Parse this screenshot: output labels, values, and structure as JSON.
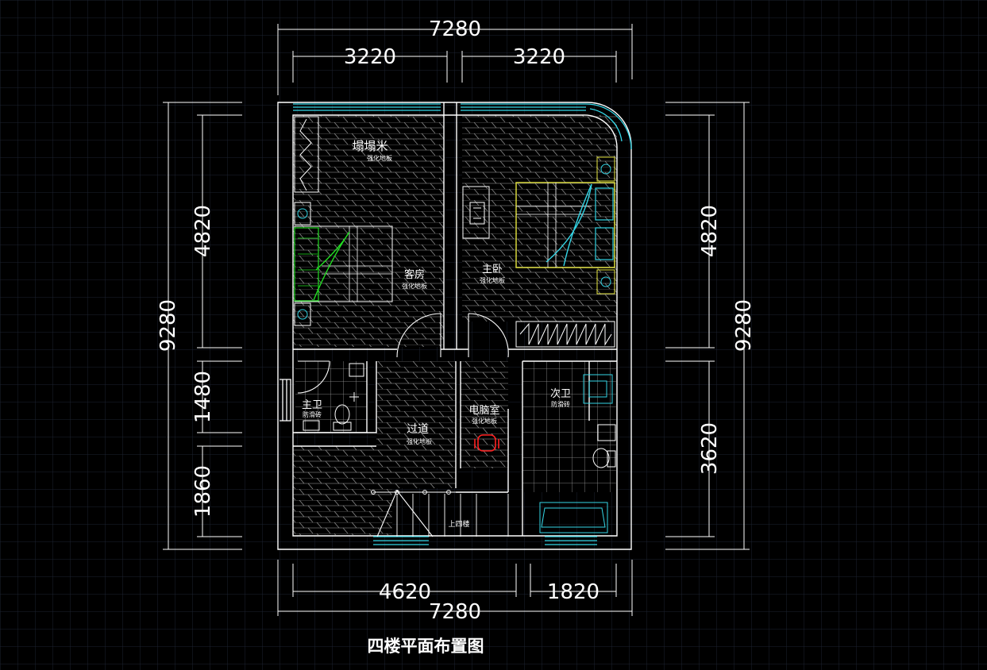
{
  "drawing": {
    "caption": "四楼平面布置图",
    "background": "#000000",
    "grid_color": "#1c2230",
    "wall_color": "#ffffff",
    "accent_colors": {
      "cyan": "#34d6e6",
      "green": "#22dd22",
      "yellow": "#e6e640",
      "red": "#ff2020"
    }
  },
  "dimensions": {
    "top_total": "7280",
    "top_left": "3220",
    "top_right": "3220",
    "bottom_total": "7280",
    "bottom_left": "4620",
    "bottom_right": "1820",
    "left_total": "9280",
    "left_upper": "4820",
    "left_mid": "1480",
    "left_lower": "1860",
    "right_total": "9280",
    "right_upper": "4820",
    "right_lower": "3620"
  },
  "rooms": {
    "tatami": {
      "name": "塌塌米",
      "floor": "强化地板"
    },
    "guest": {
      "name": "客房",
      "floor": "强化地板"
    },
    "master": {
      "name": "主卧",
      "floor": "强化地板"
    },
    "master_bath": {
      "name": "主卫",
      "floor": "防滑砖"
    },
    "second_bath": {
      "name": "次卫",
      "floor": "防滑砖"
    },
    "corridor": {
      "name": "过道",
      "floor": "强化地板"
    },
    "study": {
      "name": "电脑室",
      "floor": "强化地板"
    },
    "stair": {
      "name": "上四楼"
    }
  }
}
